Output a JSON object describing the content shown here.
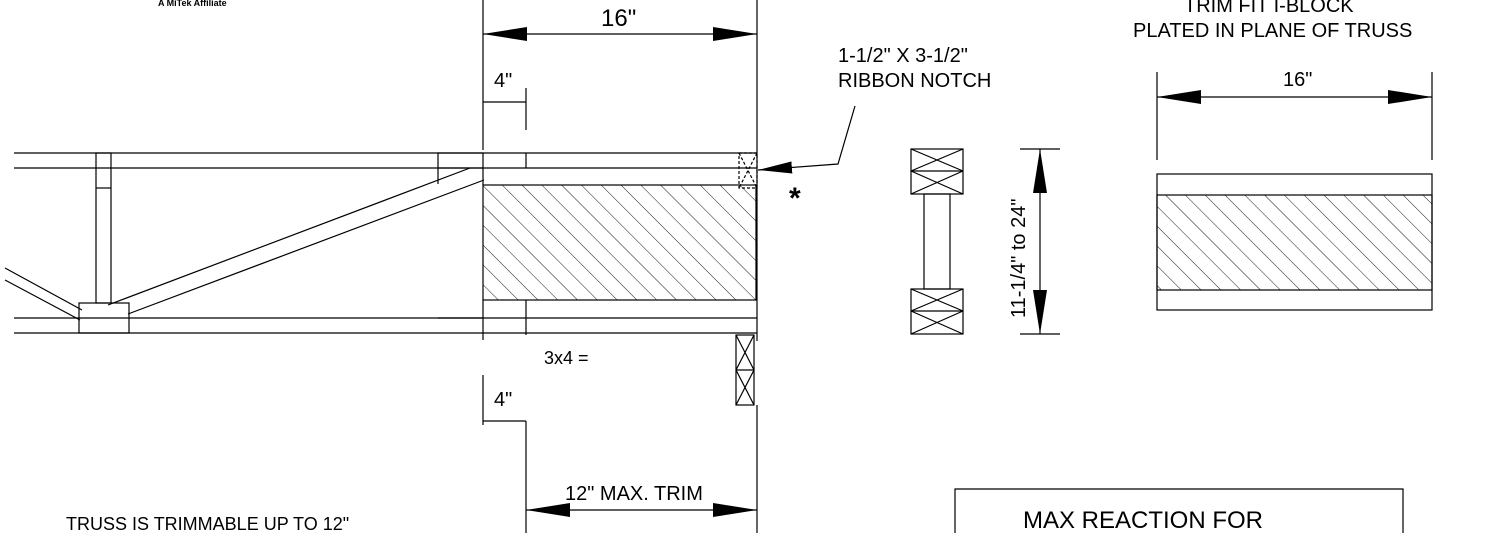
{
  "header": {
    "affiliate_text": "A MiTek Affiliate",
    "block_title_line1": "TRIM FIT I-BLOCK",
    "block_title_line2": "PLATED IN PLANE OF TRUSS"
  },
  "dimensions": {
    "top_width": "16\"",
    "top_offset": "4\"",
    "bottom_offset": "4\"",
    "max_trim": "12\" MAX. TRIM",
    "block_width": "16\"",
    "depth_range": "11-1/4\"  to  24\""
  },
  "callouts": {
    "ribbon_notch_line1": "1-1/2\" X 3-1/2\"",
    "ribbon_notch_line2": "RIBBON NOTCH",
    "asterisk": "*",
    "plate_label": "3x4 ="
  },
  "notes": {
    "trimmable_note": "TRUSS IS TRIMMABLE UP TO 12\"",
    "max_reaction_title": "MAX REACTION FOR"
  },
  "colors": {
    "line": "#000000",
    "background": "#ffffff"
  }
}
